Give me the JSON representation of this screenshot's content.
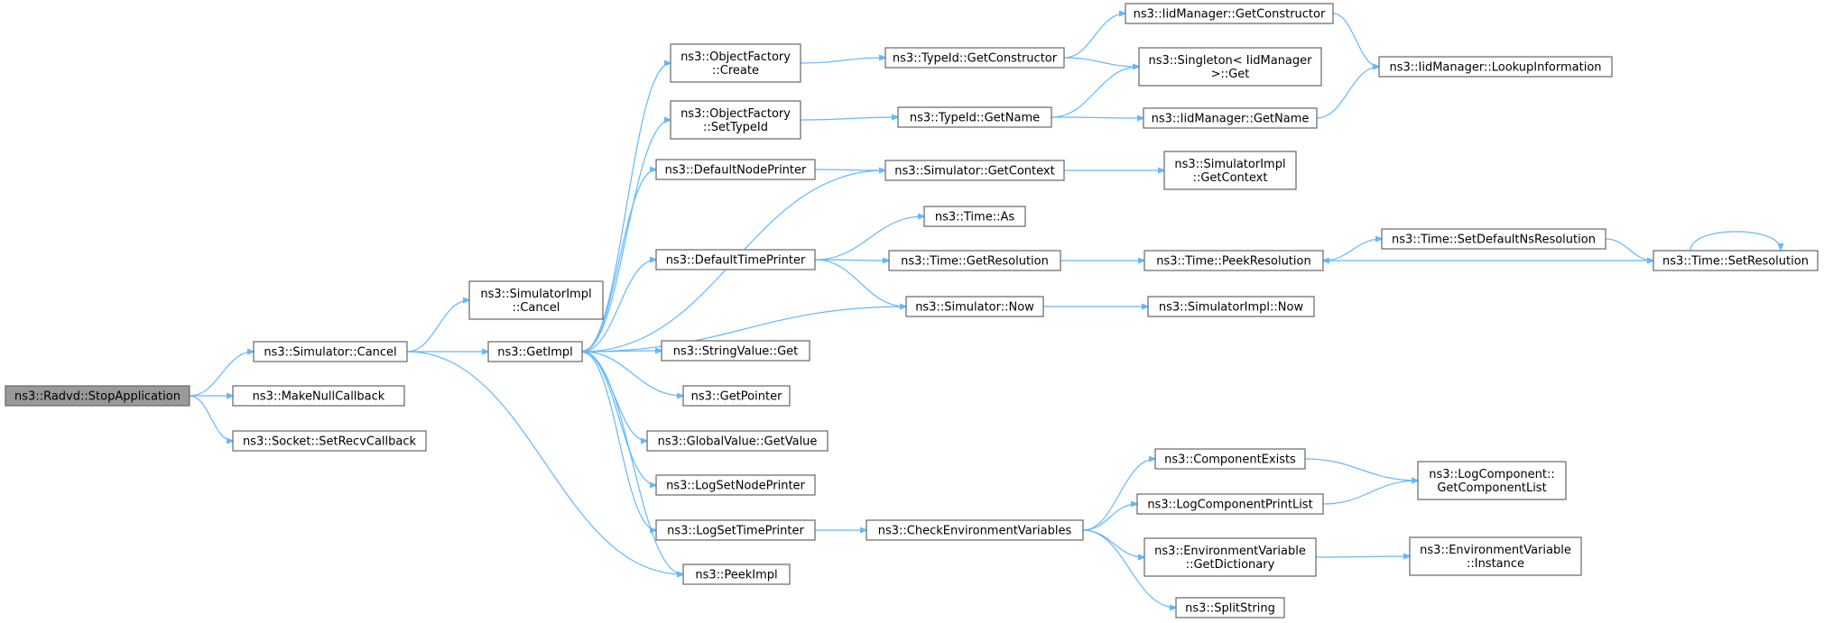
{
  "graph": {
    "nodes": [
      {
        "id": "radvd_stop",
        "lines": [
          "ns3::Radvd::StopApplication"
        ],
        "root": true
      },
      {
        "id": "sim_cancel",
        "lines": [
          "ns3::Simulator::Cancel"
        ]
      },
      {
        "id": "make_null_cb",
        "lines": [
          "ns3::MakeNullCallback"
        ]
      },
      {
        "id": "socket_setrecv",
        "lines": [
          "ns3::Socket::SetRecvCallback"
        ]
      },
      {
        "id": "simimpl_cancel",
        "lines": [
          "ns3::SimulatorImpl",
          "::Cancel"
        ]
      },
      {
        "id": "getimpl",
        "lines": [
          "ns3::GetImpl"
        ]
      },
      {
        "id": "objfactory_create",
        "lines": [
          "ns3::ObjectFactory",
          "::Create"
        ]
      },
      {
        "id": "objfactory_settypeid",
        "lines": [
          "ns3::ObjectFactory",
          "::SetTypeId"
        ]
      },
      {
        "id": "default_node_printer",
        "lines": [
          "ns3::DefaultNodePrinter"
        ]
      },
      {
        "id": "default_time_printer",
        "lines": [
          "ns3::DefaultTimePrinter"
        ]
      },
      {
        "id": "stringvalue_get",
        "lines": [
          "ns3::StringValue::Get"
        ]
      },
      {
        "id": "getpointer",
        "lines": [
          "ns3::GetPointer"
        ]
      },
      {
        "id": "globalvalue_getvalue",
        "lines": [
          "ns3::GlobalValue::GetValue"
        ]
      },
      {
        "id": "logsetnodeprinter",
        "lines": [
          "ns3::LogSetNodePrinter"
        ]
      },
      {
        "id": "logsettimeprinter",
        "lines": [
          "ns3::LogSetTimePrinter"
        ]
      },
      {
        "id": "peekimpl",
        "lines": [
          "ns3::PeekImpl"
        ]
      },
      {
        "id": "typeid_getconstructor",
        "lines": [
          "ns3::TypeId::GetConstructor"
        ]
      },
      {
        "id": "typeid_getname",
        "lines": [
          "ns3::TypeId::GetName"
        ]
      },
      {
        "id": "sim_getcontext",
        "lines": [
          "ns3::Simulator::GetContext"
        ]
      },
      {
        "id": "time_as",
        "lines": [
          "ns3::Time::As"
        ]
      },
      {
        "id": "time_getresolution",
        "lines": [
          "ns3::Time::GetResolution"
        ]
      },
      {
        "id": "sim_now",
        "lines": [
          "ns3::Simulator::Now"
        ]
      },
      {
        "id": "check_env_vars",
        "lines": [
          "ns3::CheckEnvironmentVariables"
        ]
      },
      {
        "id": "iidmgr_getconstructor",
        "lines": [
          "ns3::IidManager::GetConstructor"
        ]
      },
      {
        "id": "singleton_get",
        "lines": [
          "ns3::Singleton< IidManager",
          " >::Get"
        ]
      },
      {
        "id": "iidmgr_getname",
        "lines": [
          "ns3::IidManager::GetName"
        ]
      },
      {
        "id": "simimpl_getcontext",
        "lines": [
          "ns3::SimulatorImpl",
          "::GetContext"
        ]
      },
      {
        "id": "time_peekresolution",
        "lines": [
          "ns3::Time::PeekResolution"
        ]
      },
      {
        "id": "simimpl_now",
        "lines": [
          "ns3::SimulatorImpl::Now"
        ]
      },
      {
        "id": "component_exists",
        "lines": [
          "ns3::ComponentExists"
        ]
      },
      {
        "id": "log_component_printlist",
        "lines": [
          "ns3::LogComponentPrintList"
        ]
      },
      {
        "id": "envvar_getdictionary",
        "lines": [
          "ns3::EnvironmentVariable",
          "::GetDictionary"
        ]
      },
      {
        "id": "splitstring",
        "lines": [
          "ns3::SplitString"
        ]
      },
      {
        "id": "iidmgr_lookupinfo",
        "lines": [
          "ns3::IidManager::LookupInformation"
        ]
      },
      {
        "id": "time_setdefaultnsres",
        "lines": [
          "ns3::Time::SetDefaultNsResolution"
        ]
      },
      {
        "id": "time_setresolution",
        "lines": [
          "ns3::Time::SetResolution"
        ]
      },
      {
        "id": "logcomponent_getlist",
        "lines": [
          "ns3::LogComponent::",
          "GetComponentList"
        ]
      },
      {
        "id": "envvar_instance",
        "lines": [
          "ns3::EnvironmentVariable",
          "::Instance"
        ]
      }
    ],
    "edges": [
      {
        "from": "radvd_stop",
        "to": "sim_cancel"
      },
      {
        "from": "radvd_stop",
        "to": "make_null_cb"
      },
      {
        "from": "radvd_stop",
        "to": "socket_setrecv"
      },
      {
        "from": "sim_cancel",
        "to": "simimpl_cancel"
      },
      {
        "from": "sim_cancel",
        "to": "getimpl"
      },
      {
        "from": "sim_cancel",
        "to": "peekimpl"
      },
      {
        "from": "getimpl",
        "to": "objfactory_create"
      },
      {
        "from": "getimpl",
        "to": "objfactory_settypeid"
      },
      {
        "from": "getimpl",
        "to": "default_node_printer"
      },
      {
        "from": "getimpl",
        "to": "default_time_printer"
      },
      {
        "from": "getimpl",
        "to": "stringvalue_get"
      },
      {
        "from": "getimpl",
        "to": "getpointer"
      },
      {
        "from": "getimpl",
        "to": "globalvalue_getvalue"
      },
      {
        "from": "getimpl",
        "to": "logsetnodeprinter"
      },
      {
        "from": "getimpl",
        "to": "logsettimeprinter"
      },
      {
        "from": "getimpl",
        "to": "peekimpl"
      },
      {
        "from": "objfactory_create",
        "to": "typeid_getconstructor"
      },
      {
        "from": "objfactory_settypeid",
        "to": "typeid_getname"
      },
      {
        "from": "default_node_printer",
        "to": "sim_getcontext"
      },
      {
        "from": "sim_getcontext",
        "to": "getimpl"
      },
      {
        "from": "sim_getcontext",
        "to": "simimpl_getcontext"
      },
      {
        "from": "default_time_printer",
        "to": "time_as"
      },
      {
        "from": "default_time_printer",
        "to": "time_getresolution"
      },
      {
        "from": "default_time_printer",
        "to": "sim_now"
      },
      {
        "from": "sim_now",
        "to": "getimpl"
      },
      {
        "from": "sim_now",
        "to": "simimpl_now"
      },
      {
        "from": "logsettimeprinter",
        "to": "check_env_vars"
      },
      {
        "from": "typeid_getconstructor",
        "to": "iidmgr_getconstructor"
      },
      {
        "from": "typeid_getconstructor",
        "to": "singleton_get"
      },
      {
        "from": "typeid_getname",
        "to": "singleton_get"
      },
      {
        "from": "typeid_getname",
        "to": "iidmgr_getname"
      },
      {
        "from": "iidmgr_getconstructor",
        "to": "iidmgr_lookupinfo"
      },
      {
        "from": "iidmgr_getname",
        "to": "iidmgr_lookupinfo"
      },
      {
        "from": "time_getresolution",
        "to": "time_peekresolution"
      },
      {
        "from": "time_peekresolution",
        "to": "time_setdefaultnsres"
      },
      {
        "from": "time_setdefaultnsres",
        "to": "time_setresolution"
      },
      {
        "from": "time_setresolution",
        "to": "time_peekresolution"
      },
      {
        "from": "time_setresolution",
        "to": "time_setresolution"
      },
      {
        "from": "check_env_vars",
        "to": "component_exists"
      },
      {
        "from": "check_env_vars",
        "to": "log_component_printlist"
      },
      {
        "from": "check_env_vars",
        "to": "envvar_getdictionary"
      },
      {
        "from": "check_env_vars",
        "to": "splitstring"
      },
      {
        "from": "component_exists",
        "to": "logcomponent_getlist"
      },
      {
        "from": "log_component_printlist",
        "to": "logcomponent_getlist"
      },
      {
        "from": "envvar_getdictionary",
        "to": "envvar_instance"
      }
    ]
  }
}
